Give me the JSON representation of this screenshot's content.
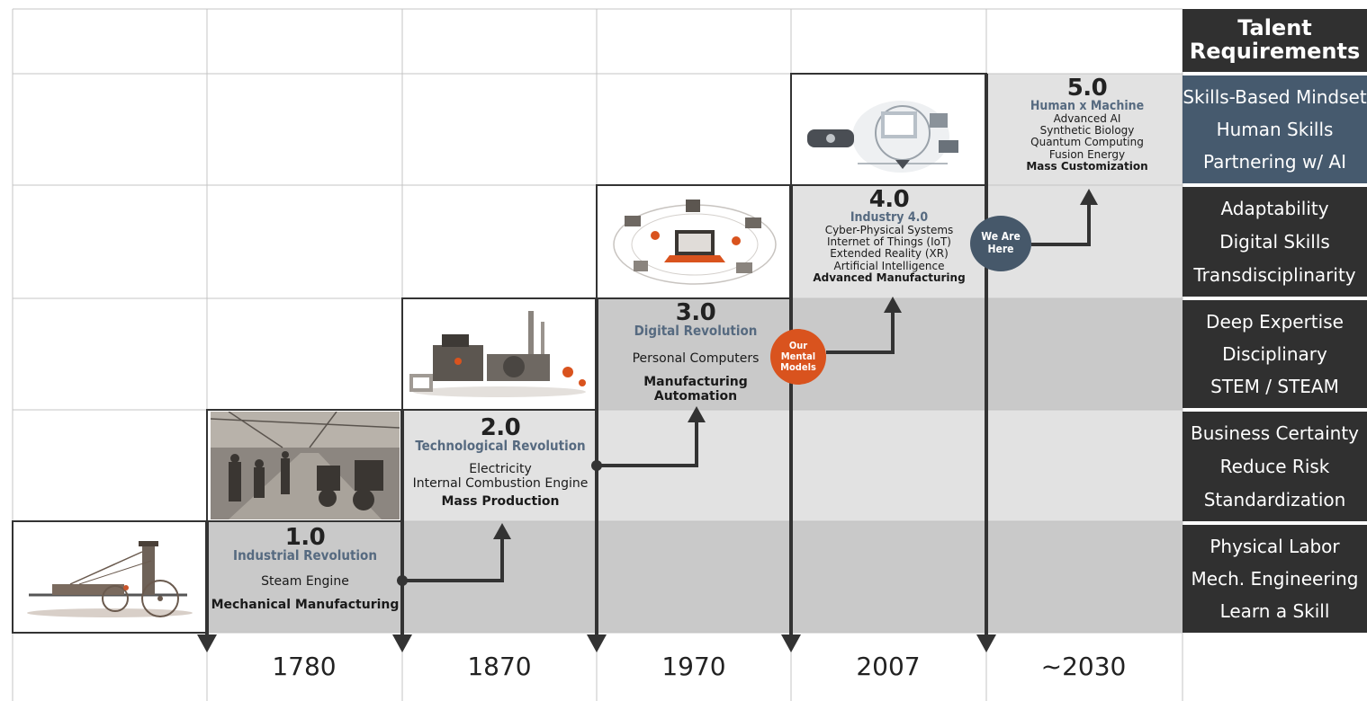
{
  "stages": [
    {
      "number": "1.0",
      "title": "Industrial Revolution",
      "items": [
        "Steam Engine",
        "Mechanical Manufacturing"
      ],
      "bold_items": [
        false,
        true
      ]
    },
    {
      "number": "2.0",
      "title": "Technological Revolution",
      "items": [
        "Electricity",
        "Internal Combustion Engine",
        "Mass Production"
      ],
      "bold_items": [
        false,
        false,
        true
      ]
    },
    {
      "number": "3.0",
      "title": "Digital Revolution",
      "items": [
        "Personal Computers",
        "Manufacturing Automation"
      ],
      "bold_items": [
        false,
        true
      ]
    },
    {
      "number": "4.0",
      "title": "Industry 4.0",
      "items": [
        "Cyber-Physical Systems",
        "Internet of Things (IoT)",
        "Extended Reality (XR)",
        "Artificial Intelligence",
        "Advanced Manufacturing"
      ],
      "bold_items": [
        false,
        false,
        false,
        false,
        true
      ]
    },
    {
      "number": "5.0",
      "title": "Human x Machine",
      "items": [
        "Advanced AI",
        "Synthetic Biology",
        "Quantum Computing",
        "Fusion Energy",
        "Mass Customization"
      ],
      "bold_items": [
        false,
        false,
        false,
        false,
        true
      ]
    }
  ],
  "talent": {
    "header": [
      "Talent",
      "Requirements"
    ],
    "rows": [
      [
        "Skills-Based Mindset",
        "Human Skills",
        "Partnering w/ AI"
      ],
      [
        "Adaptability",
        "Digital Skills",
        "Transdisciplinarity"
      ],
      [
        "Deep Expertise",
        "Disciplinary",
        "STEM / STEAM"
      ],
      [
        "Business Certainty",
        "Reduce Risk",
        "Standardization"
      ],
      [
        "Physical Labor",
        "Mech. Engineering",
        "Learn a Skill"
      ]
    ]
  },
  "years": [
    "1780",
    "1870",
    "1970",
    "2007",
    "~2030"
  ],
  "badges": {
    "mental_models": [
      "Our",
      "Mental",
      "Models"
    ],
    "we_are_here": [
      "We Are",
      "Here"
    ]
  },
  "images": [
    "steam-engine-illustration",
    "factory-photo",
    "industrial-machinery-illustration",
    "computers-network-illustration",
    "vr-tech-illustration"
  ],
  "colors": {
    "talent_dark": "#303030",
    "talent_highlight": "#465a6e",
    "badge_orange": "#d9531e",
    "badge_slate": "#46586a",
    "band_light": "#e2e2e2",
    "band_dark": "#c9c9c9",
    "line": "#333333"
  }
}
